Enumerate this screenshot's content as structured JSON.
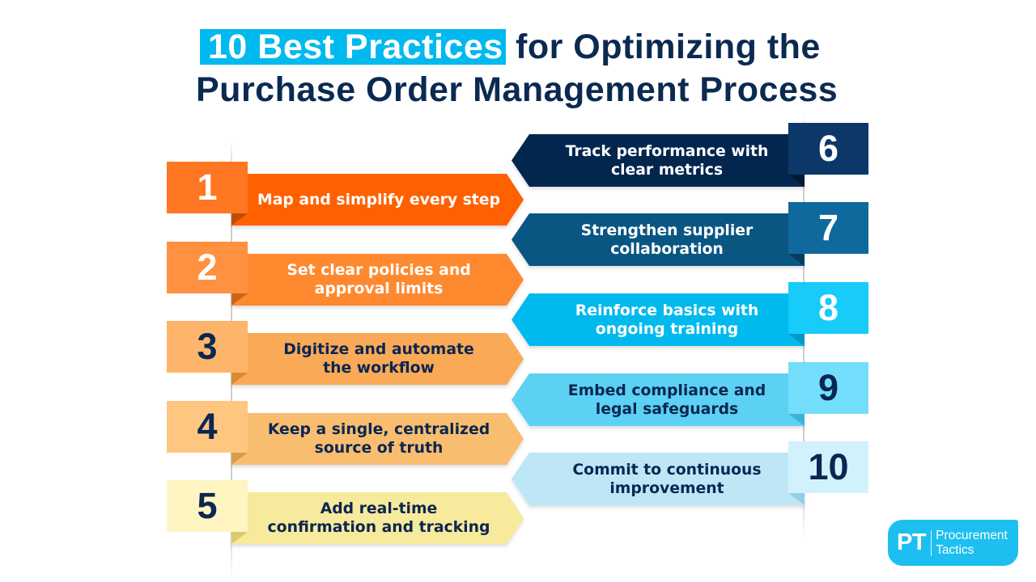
{
  "title": {
    "highlight": "10 Best Practices",
    "line1_rest": "for Optimizing the",
    "line2": "Purchase Order Management Process",
    "highlight_bg": "#00B9EE",
    "highlight_text_color": "#FFFFFF",
    "text_color": "#0B2A52"
  },
  "practices": [
    {
      "number": "1",
      "line1": "Map and simplify every step",
      "line2": "",
      "box_color": "#FF7722",
      "ribbon_color": "#FF6100",
      "fold_color": "#C24B06",
      "text_color": "#FFFFFF"
    },
    {
      "number": "2",
      "line1": "Set clear policies and",
      "line2": "approval limits",
      "box_color": "#FF9140",
      "ribbon_color": "#FF892E",
      "fold_color": "#CC6418",
      "text_color": "#FFFFFF"
    },
    {
      "number": "3",
      "line1": "Digitize and automate",
      "line2": "the workflow",
      "box_color": "#FDB56B",
      "ribbon_color": "#FAA957",
      "fold_color": "#D98A33",
      "text_color": "#0B2650"
    },
    {
      "number": "4",
      "line1": "Keep a single, centralized",
      "line2": "source of truth",
      "box_color": "#FEC681",
      "ribbon_color": "#F9BD70",
      "fold_color": "#DB9C45",
      "text_color": "#0B2650"
    },
    {
      "number": "5",
      "line1": "Add real-time",
      "line2": "confirmation and tracking",
      "box_color": "#FFF5C2",
      "ribbon_color": "#F8EA9C",
      "fold_color": "#DCCB6A",
      "text_color": "#0B2650"
    },
    {
      "number": "6",
      "line1": "Track performance with",
      "line2": "clear metrics",
      "box_color": "#0B3868",
      "ribbon_color": "#03264F",
      "fold_color": "#021833",
      "text_color": "#FFFFFF"
    },
    {
      "number": "7",
      "line1": "Strengthen supplier",
      "line2": "collaboration",
      "box_color": "#10699D",
      "ribbon_color": "#0A5683",
      "fold_color": "#063C5E",
      "text_color": "#FFFFFF"
    },
    {
      "number": "8",
      "line1": "Reinforce basics with",
      "line2": "ongoing training",
      "box_color": "#17CBFA",
      "ribbon_color": "#00BAEE",
      "fold_color": "#0399C6",
      "text_color": "#FFFFFF"
    },
    {
      "number": "9",
      "line1": "Embed compliance and",
      "line2": "legal safeguards",
      "box_color": "#73DEFB",
      "ribbon_color": "#5CD1F3",
      "fold_color": "#3AB4D9",
      "text_color": "#0B2650"
    },
    {
      "number": "10",
      "line1": "Commit to continuous",
      "line2": "improvement",
      "box_color": "#D1F2FD",
      "ribbon_color": "#BDE7F7",
      "fold_color": "#92CFE6",
      "text_color": "#0B2650"
    }
  ],
  "logo": {
    "initials": "PT",
    "line1": "Procurement",
    "line2": "Tactics",
    "bg_color": "#1CBFF0"
  }
}
